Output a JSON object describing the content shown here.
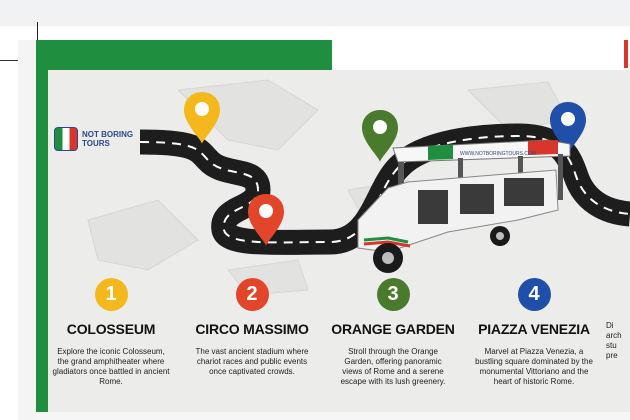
{
  "brand": {
    "line1": "NOT BORING",
    "line2": "TOURS",
    "vehicle_text": "WWW.NOTBORINGTOURS.COM"
  },
  "colors": {
    "yellow": "#f5b81c",
    "red": "#e2452a",
    "green": "#4a7a2c",
    "blue": "#1f4fa8",
    "frame_green": "#1f8f3f",
    "road": "#1d1d1d"
  },
  "stops": [
    {
      "number": "1",
      "title": "COLOSSEUM",
      "color": "#f5b81c",
      "description": "Explore the iconic Colosseum, the grand amphitheater where gladiators once battled in ancient Rome."
    },
    {
      "number": "2",
      "title": "CIRCO MASSIMO",
      "color": "#e2452a",
      "description": "The vast ancient stadium where chariot races and public events once captivated crowds."
    },
    {
      "number": "3",
      "title": "ORANGE GARDEN",
      "color": "#4a7a2c",
      "description": "Stroll through the Orange Garden, offering panoramic views of Rome and a serene escape with its lush greenery."
    },
    {
      "number": "4",
      "title": "PIAZZA VENEZIA",
      "color": "#1f4fa8",
      "description": "Marvel at Piazza Venezia, a bustling square dominated by the monumental Vittoriano and the heart of historic Rome."
    },
    {
      "number": "",
      "title": "",
      "color": "#ececeb",
      "description": "Di arch stu pre"
    }
  ],
  "icons": [
    "pin-icon",
    "cart-illustration",
    "logo-icon"
  ]
}
